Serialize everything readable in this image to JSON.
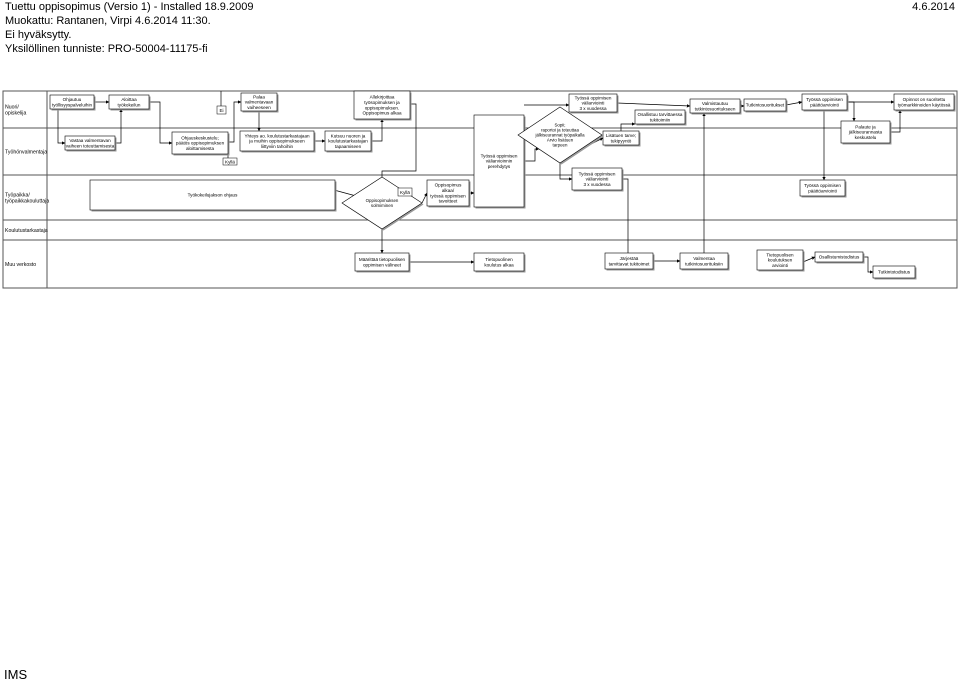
{
  "header": {
    "title": "Tuettu oppisopimus (Versio 1) - Installed 18.9.2009",
    "date": "4.6.2014",
    "modified": "Muokattu: Rantanen, Virpi 4.6.2014 11:30.",
    "status": "Ei hyväksytty.",
    "identifier": "Yksilöllinen tunniste: PRO-50004-11175-fi"
  },
  "lanes": [
    "Nuori/ opiskelija",
    "Työhönvalmentaja",
    "Työpaikka/ työpaikkakouluttaja",
    "Koulutustarkastaja",
    "Muu verkosto"
  ],
  "steps": [
    {
      "id": "s1",
      "lines": [
        "Ohjautuu",
        "työllisyyspalveluihin"
      ]
    },
    {
      "id": "s2",
      "lines": [
        "Aloittaa",
        "työkokeilun"
      ]
    },
    {
      "id": "s3",
      "lines": [
        "Palaa",
        "valmentavaan",
        "vaiheeseen"
      ]
    },
    {
      "id": "s4",
      "lines": [
        "Allekirjoittaa",
        "työsopimuksen ja",
        "oppisopimuksen.",
        "Oppisopimus alkaa"
      ]
    },
    {
      "id": "s5",
      "lines": [
        "Työssä oppimisen",
        "väliarviointi",
        "3 x vuodessa"
      ]
    },
    {
      "id": "s6",
      "lines": [
        "Osallistuu tarvittaessa",
        "tukitoimiin"
      ]
    },
    {
      "id": "s7",
      "lines": [
        "Valmistautuu",
        "tutkintosuoritukseen"
      ]
    },
    {
      "id": "s8",
      "lines": [
        "Tutkintosuoritukset"
      ]
    },
    {
      "id": "s9",
      "lines": [
        "Työssä oppimisen",
        "päättöarviointi"
      ]
    },
    {
      "id": "s10",
      "lines": [
        "Opinnot on suoritettu",
        "työmarkkinoiden käytössä"
      ]
    },
    {
      "id": "s11",
      "lines": [
        "Vastaa valmentavan",
        "vaiheen toteuttamisesta"
      ]
    },
    {
      "id": "s12",
      "lines": [
        "Ohjauskeskustelu;",
        "päätös oppisopimuksen",
        "aloittamisesta"
      ]
    },
    {
      "id": "s13",
      "lines": [
        "Yhteys ao. koulutustarkastajaan",
        "ja muihin oppisopimukseen",
        "liittyviin tahoihin"
      ]
    },
    {
      "id": "s14",
      "lines": [
        "Kutsuu nuoren ja",
        "koulutustarkastajan",
        "tapaamiseen"
      ]
    },
    {
      "id": "s15",
      "lines": [
        "Työssä oppimisen",
        "väliarvioinnin",
        "perehdytys"
      ]
    },
    {
      "id": "s16",
      "lines": [
        "Lisätuen tarve;",
        "tukipyyntö"
      ]
    },
    {
      "id": "s17",
      "lines": [
        "Palaute ja",
        "jälkiseurannasta",
        "keskustelu"
      ]
    },
    {
      "id": "s18",
      "lines": [
        "Työkokeilujakson ohjaus"
      ]
    },
    {
      "id": "s19",
      "lines": [
        "Oppisopimus",
        "alkaa/",
        "työssä oppimisen",
        "tavoitteet"
      ]
    },
    {
      "id": "s20",
      "lines": [
        "Työssä oppimisen",
        "väliarviointi",
        "3 x vuodessa"
      ]
    },
    {
      "id": "s21",
      "lines": [
        "Työssä oppimisen",
        "päättöarviointi"
      ]
    },
    {
      "id": "s22",
      "lines": [
        "Määrittää tietopuolisen",
        "oppimisen välineet"
      ]
    },
    {
      "id": "s23",
      "lines": [
        "Tietopuolinen",
        "koulutus alkaa"
      ]
    },
    {
      "id": "s24",
      "lines": [
        "Järjestää",
        "tarvittavat tukitoimet"
      ]
    },
    {
      "id": "s25",
      "lines": [
        "Valmentaa",
        "tutkintosuorituksiin"
      ]
    },
    {
      "id": "s26",
      "lines": [
        "Tietopuolisen",
        "koulutuksen",
        "arviointi"
      ]
    },
    {
      "id": "s27",
      "lines": [
        "Osallistumistodistus"
      ]
    },
    {
      "id": "s28",
      "lines": [
        "Tutkintotodistus"
      ]
    }
  ],
  "decisions": [
    {
      "id": "d1",
      "lines": [
        "Sopii;",
        "raportoi ja toteuttaa",
        "jälkiseurannat työpaikalla",
        "Arvio lisätuen",
        "tarpeen"
      ]
    },
    {
      "id": "d2",
      "lines": [
        "Oppisopimuksen",
        "solmiminen"
      ]
    }
  ],
  "labels": {
    "ei": "Ei",
    "kylla_1": "Kyllä",
    "kylla_2": "Kyllä"
  },
  "footer": {
    "logo_text": "IMS"
  }
}
